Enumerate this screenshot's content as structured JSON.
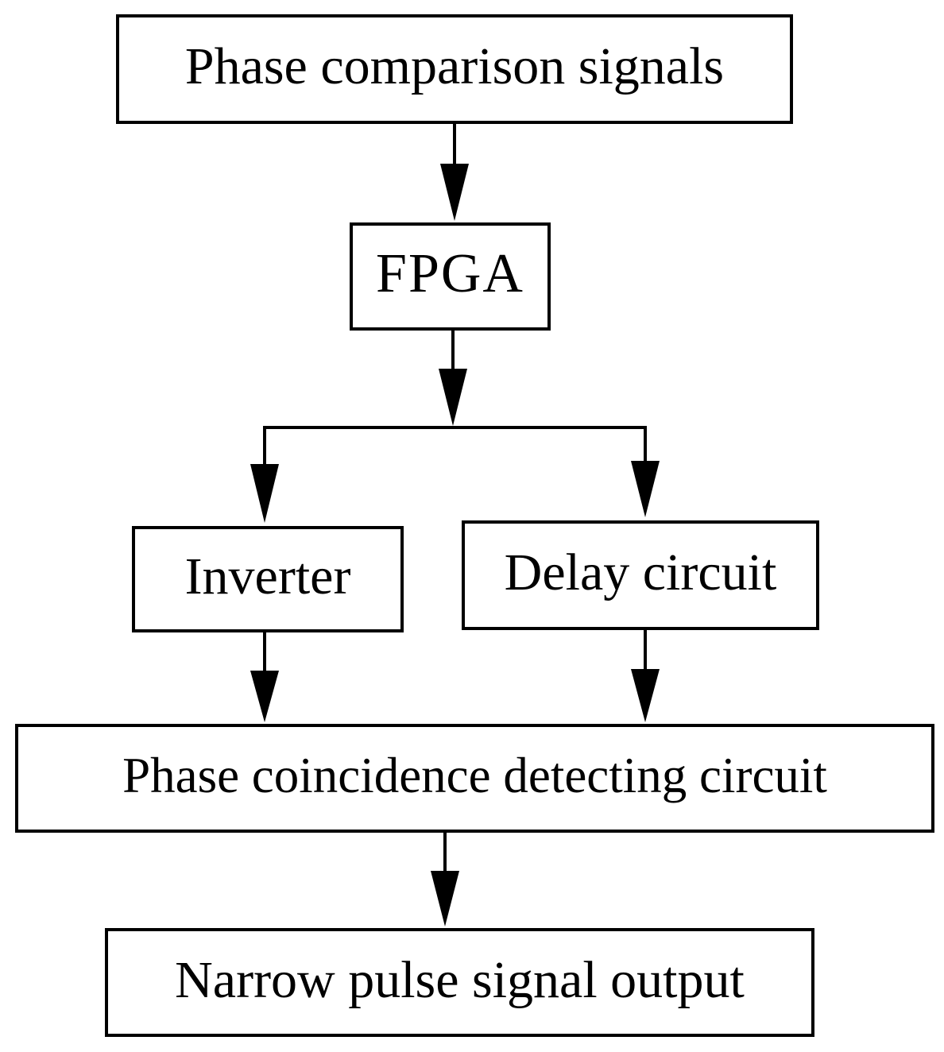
{
  "diagram": {
    "type": "flowchart",
    "background_color": "#ffffff",
    "line_color": "#000000",
    "text_color": "#000000",
    "nodes": {
      "phase_comparison": {
        "label": "Phase comparison signals"
      },
      "fpga": {
        "label": "FPGA"
      },
      "inverter": {
        "label": "Inverter"
      },
      "delay_circuit": {
        "label": "Delay circuit"
      },
      "phase_coincidence": {
        "label": "Phase coincidence detecting circuit"
      },
      "narrow_pulse": {
        "label": "Narrow pulse signal output"
      }
    },
    "edges": [
      {
        "from": "phase_comparison",
        "to": "fpga"
      },
      {
        "from": "fpga",
        "to": "inverter"
      },
      {
        "from": "fpga",
        "to": "delay_circuit"
      },
      {
        "from": "inverter",
        "to": "phase_coincidence"
      },
      {
        "from": "delay_circuit",
        "to": "phase_coincidence"
      },
      {
        "from": "phase_coincidence",
        "to": "narrow_pulse"
      }
    ]
  }
}
